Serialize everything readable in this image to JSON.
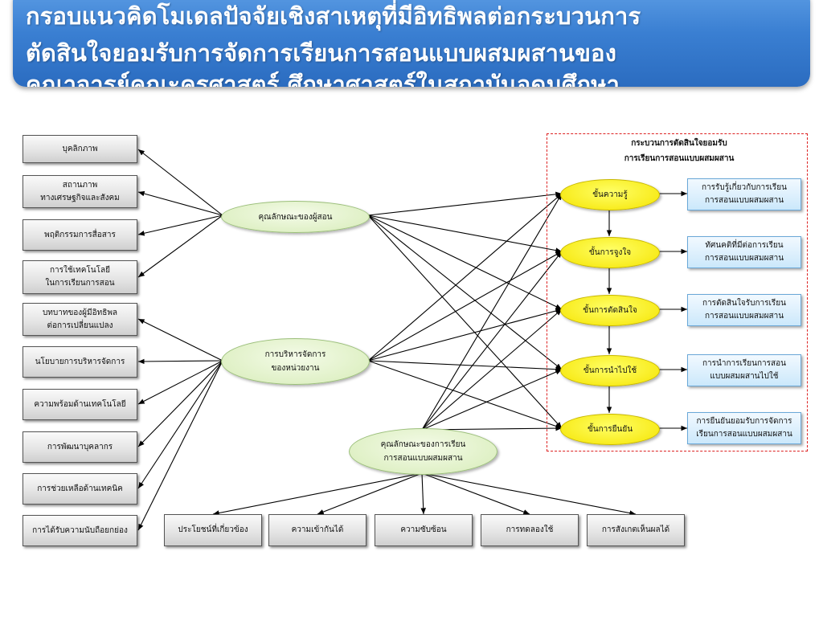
{
  "title": {
    "lines": [
      "กรอบแนวคิดโมเดลปัจจัยเชิงสาเหตุที่มีอิทธิพลต่อกระบวนการ",
      "ตัดสินใจยอมรับการจัดการเรียนการสอนแบบผสมผสานของ",
      "คณาจารย์คณะครุศาสตร์ ศึกษาศาสตร์ในสถาบันอุดมศึกษา"
    ]
  },
  "left_boxes": [
    "บุคลิกภาพ",
    "สถานภาพ\nทางเศรษฐกิจและสังคม",
    "พฤติกรรมการสื่อสาร",
    "การใช้เทคโนโลยี\nในการเรียนการสอน",
    "บทบาทของผู้มีอิทธิพล\nต่อการเปลี่ยนแปลง",
    "นโยบายการบริหารจัดการ",
    "ความพร้อมด้านเทคโนโลยี",
    "การพัฒนาบุคลากร",
    "การช่วยเหลือด้านเทคนิค",
    "การได้รับความนับถือยกย่อง"
  ],
  "factors": [
    "คุณลักษณะของผู้สอน",
    "การบริหารจัดการ\nของหน่วยงาน",
    "คุณลักษณะของการเรียน\nการสอนแบบผสมผสาน"
  ],
  "bottom_boxes": [
    "ประโยชน์ที่เกี่ยวข้อง",
    "ความเข้ากันได้",
    "ความซับซ้อน",
    "การทดลองใช้",
    "การสังเกตเห็นผลได้"
  ],
  "process": {
    "title": "กระบวนการตัดสินใจยอมรับ\nการเรียนการสอนแบบผสมผสาน",
    "stages": [
      "ขั้นความรู้",
      "ขั้นการจูงใจ",
      "ขั้นการตัดสินใจ",
      "ขั้นการนำไปใช้",
      "ขั้นการยืนยัน"
    ],
    "outcomes": [
      "การรับรู้เกี่ยวกับการเรียน\nการสอนแบบผสมผสาน",
      "ทัศนคติที่มีต่อการเรียน\nการสอนแบบผสมผสาน",
      "การตัดสินใจรับการเรียน\nการสอนแบบผสมผสาน",
      "การนำการเรียนการสอน\nแบบผสมผสานไปใช้",
      "การยืนยันยอมรับการจัดการ\nเรียนการสอนแบบผสมผสาน"
    ]
  },
  "colors": {
    "banner": "#3a7fd2",
    "stage_fill": "#f5e400",
    "factor_fill": "#d7ecb8",
    "outcome_fill": "#cbe8fb",
    "frame_border": "#dd2222",
    "arrow": "#000000"
  }
}
